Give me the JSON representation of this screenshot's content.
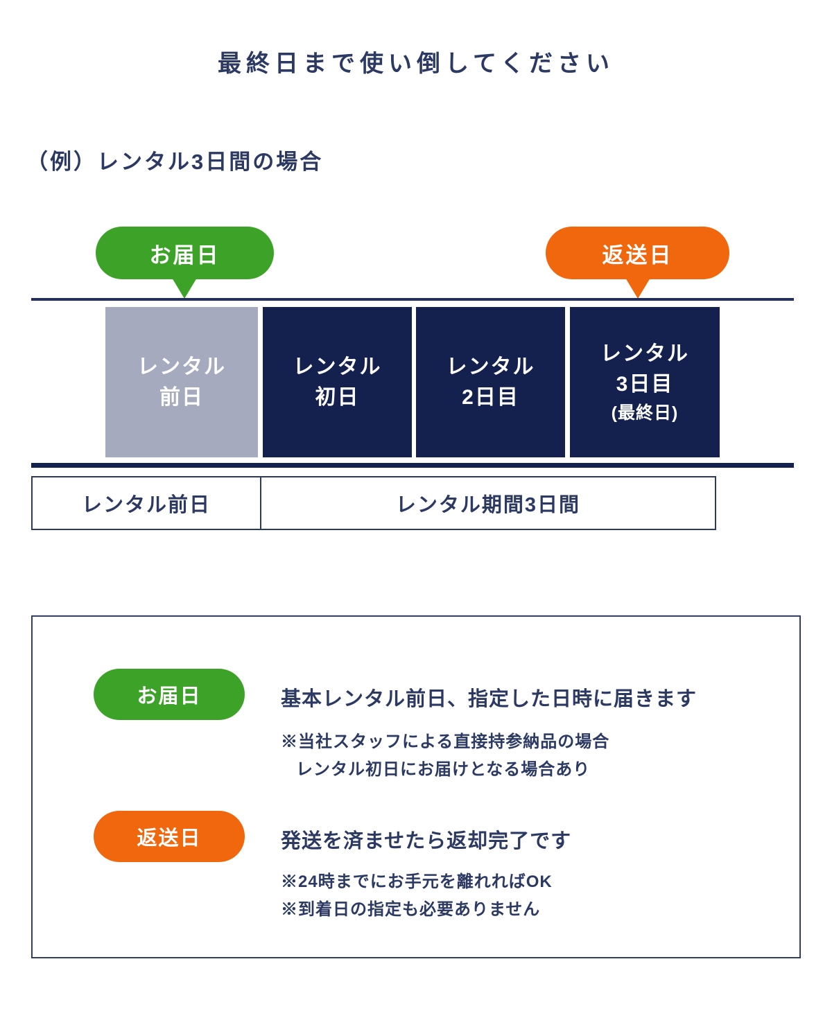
{
  "page": {
    "title": "最終日まで使い倒してください",
    "subtitle": "（例）レンタル3日間の場合"
  },
  "timeline": {
    "delivery_bubble_label": "お届日",
    "return_bubble_label": "返送日",
    "days": [
      {
        "lines": [
          "レンタル",
          "前日"
        ]
      },
      {
        "lines": [
          "レンタル",
          "初日"
        ]
      },
      {
        "lines": [
          "レンタル",
          "2日目"
        ]
      },
      {
        "lines": [
          "レンタル",
          "3日目",
          "(最終日)"
        ]
      }
    ],
    "period_labels": {
      "pre": "レンタル前日",
      "rental": "レンタル期間3日間"
    }
  },
  "legend": {
    "delivery": {
      "badge": "お届日",
      "heading": "基本レンタル前日、指定した日時に届きます",
      "notes": [
        "※当社スタッフによる直接持参納品の場合",
        "レンタル初日にお届けとなる場合あり"
      ]
    },
    "return": {
      "badge": "返送日",
      "heading": "発送を済ませたら返却完了です",
      "notes": [
        "※24時までにお手元を離れればOK",
        "※到着日の指定も必要ありません"
      ]
    }
  },
  "colors": {
    "green": "#3CA328",
    "orange": "#F0670E",
    "navy_box": "#14204E",
    "gray_box": "#A6AABF",
    "navy_text": "#2B3963"
  }
}
